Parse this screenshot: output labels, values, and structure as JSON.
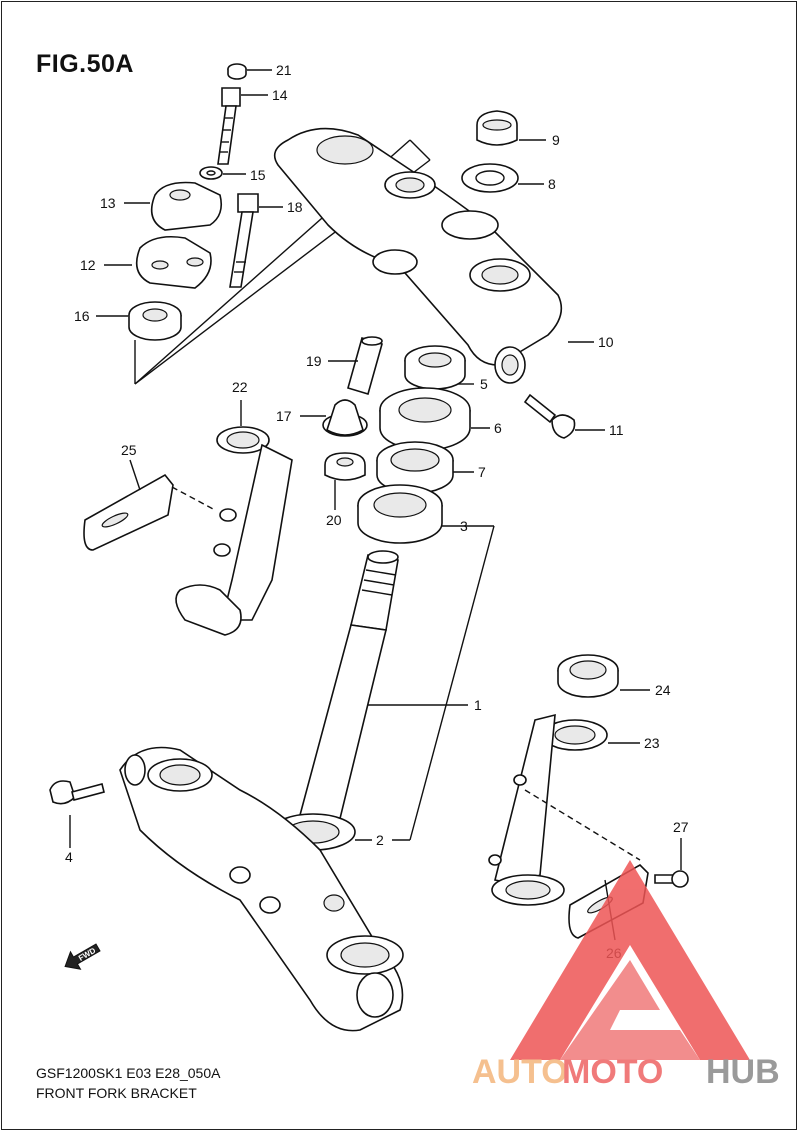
{
  "figure": {
    "title": "FIG.50A",
    "model_code": "GSF1200SK1 E03 E28_050A",
    "caption": "FRONT FORK BRACKET"
  },
  "callouts": [
    "21",
    "14",
    "15",
    "13",
    "12",
    "16",
    "18",
    "9",
    "8",
    "10",
    "11",
    "19",
    "5",
    "6",
    "7",
    "3",
    "17",
    "20",
    "22",
    "25",
    "1",
    "24",
    "23",
    "4",
    "2",
    "27",
    "26"
  ],
  "fwd_label": "FWD",
  "watermark": {
    "text_part1": "AUTO",
    "text_part2": "MOTO",
    "text_part3": "HUB",
    "color_1": "#f5c08f",
    "color_2": "#f07a7a",
    "color_3": "#9a9a9a",
    "logo_color": "#ee5555"
  }
}
